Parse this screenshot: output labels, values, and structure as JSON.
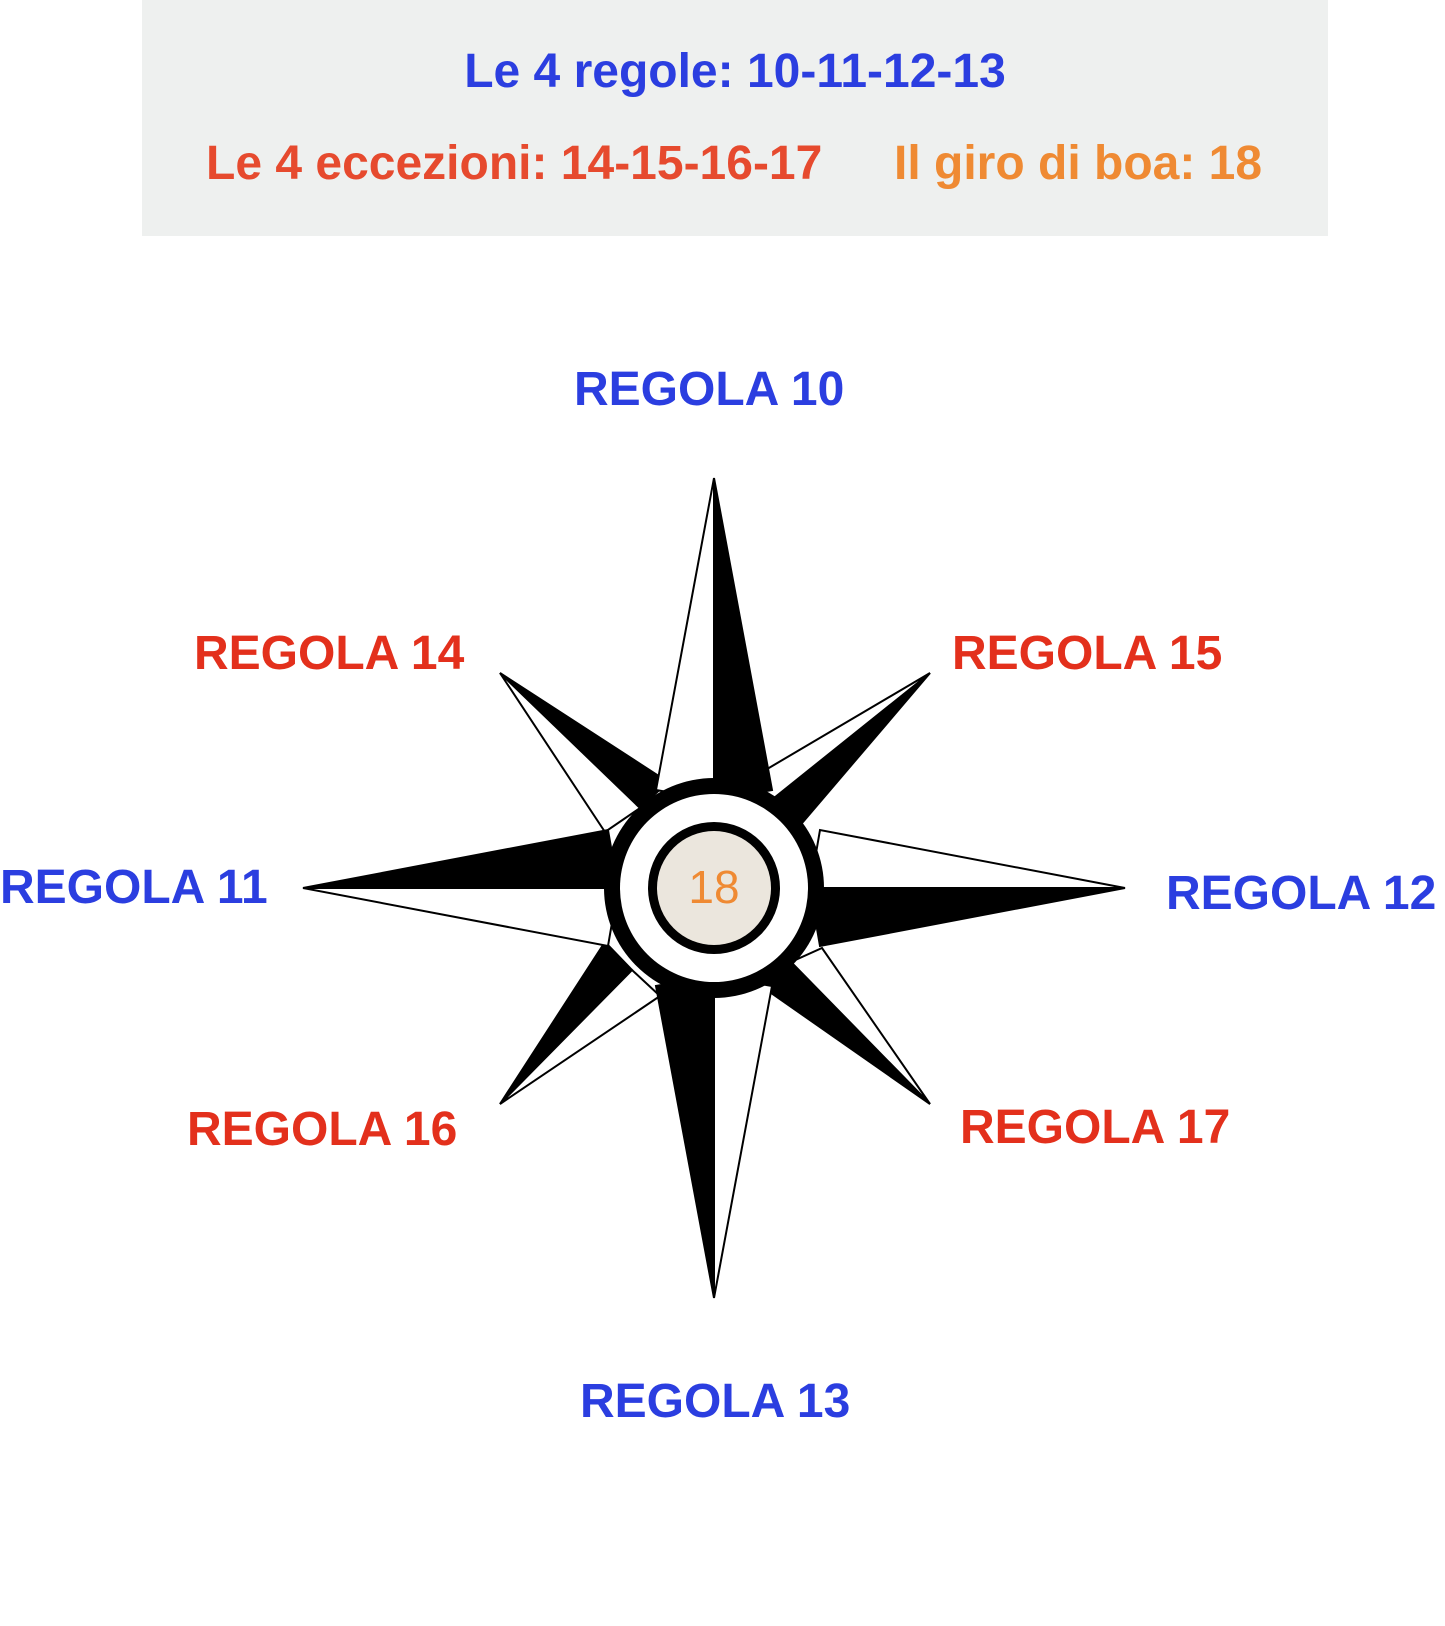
{
  "header": {
    "rules_line": "Le 4 regole: 10-11-12-13",
    "exceptions_line": "Le 4 eccezioni: 14-15-16-17",
    "turn_line": "Il giro di boa: 18"
  },
  "compass": {
    "center_label": "18",
    "north": "REGOLA 10",
    "west": "REGOLA 11",
    "east": "REGOLA 12",
    "south": "REGOLA 13",
    "northwest": "REGOLA 14",
    "northeast": "REGOLA 15",
    "southwest": "REGOLA 16",
    "southeast": "REGOLA 17"
  },
  "colors": {
    "rules": "#2b3ee0",
    "exceptions": "#e3301c",
    "turn": "#ef8a33",
    "star": "#000000",
    "center_fill": "#ebe6dd"
  }
}
